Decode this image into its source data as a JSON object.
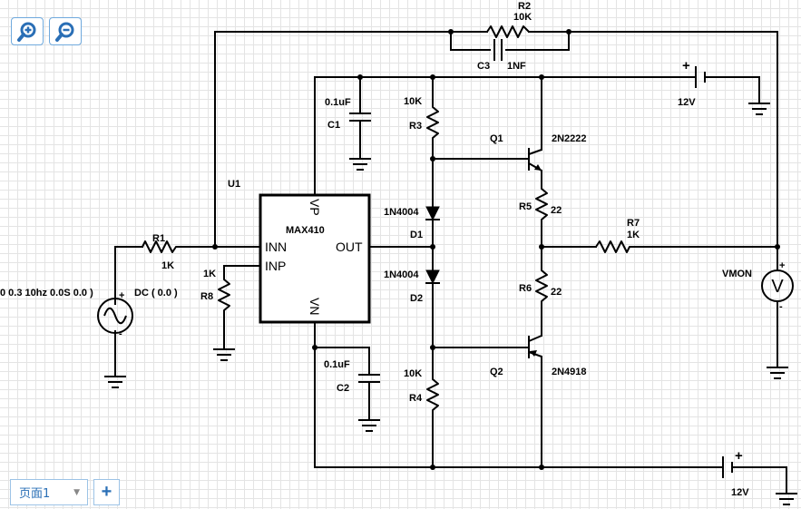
{
  "toolbar": {
    "zoom_in_icon": "zoom-in-icon",
    "zoom_out_icon": "zoom-out-icon",
    "accent": "#2a6fb6"
  },
  "pages": {
    "current_tab": "页面1",
    "add_icon": "+"
  },
  "schematic": {
    "u1": {
      "ref": "U1",
      "part": "MAX410",
      "pin_inn": "INN",
      "pin_inp": "INP",
      "pin_out": "OUT",
      "pin_vp": "VP",
      "pin_vn": "VN"
    },
    "r1": {
      "ref": "R1",
      "value": "1K"
    },
    "r2": {
      "ref": "R2",
      "value": "10K"
    },
    "r3": {
      "ref": "R3",
      "value": "10K"
    },
    "r4": {
      "ref": "R4",
      "value": "10K"
    },
    "r5": {
      "ref": "R5",
      "value": "22"
    },
    "r6": {
      "ref": "R6",
      "value": "22"
    },
    "r7": {
      "ref": "R7",
      "value": "1K"
    },
    "r8": {
      "ref": "R8",
      "value": "1K"
    },
    "c1": {
      "ref": "C1",
      "value": "0.1uF"
    },
    "c2": {
      "ref": "C2",
      "value": "0.1uF"
    },
    "c3": {
      "ref": "C3",
      "value": "1NF"
    },
    "d1": {
      "ref": "D1",
      "part": "1N4004"
    },
    "d2": {
      "ref": "D2",
      "part": "1N4004"
    },
    "q1": {
      "ref": "Q1",
      "part": "2N2222"
    },
    "q2": {
      "ref": "Q2",
      "part": "2N4918"
    },
    "vsupply_top": {
      "value": "12V",
      "plus": "+"
    },
    "vsupply_bottom": {
      "value": "12V",
      "plus": "+"
    },
    "source": {
      "ac_params": "0 0.3 10hz 0.0S 0.0 )",
      "dc_params": "DC ( 0.0 )",
      "plus": "+",
      "minus": "-"
    },
    "meter": {
      "ref": "VMON",
      "symbol": "V",
      "plus": "+",
      "minus": "-"
    }
  }
}
